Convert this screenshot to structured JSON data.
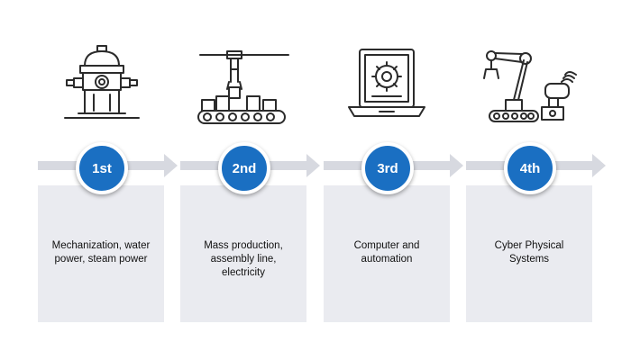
{
  "colors": {
    "accent": "#1a6fc2",
    "card_bg": "#eaebf0",
    "arrow": "#d7d9e0",
    "icon_stroke": "#2b2b2b"
  },
  "stages": [
    {
      "badge": "1st",
      "icon": "fire-hydrant-icon",
      "text": "Mechanization, water power, steam power"
    },
    {
      "badge": "2nd",
      "icon": "assembly-line-icon",
      "text": "Mass production, assembly line, electricity"
    },
    {
      "badge": "3rd",
      "icon": "computer-gear-icon",
      "text": "Computer and automation"
    },
    {
      "badge": "4th",
      "icon": "robot-arm-icon",
      "text": "Cyber Physical Systems"
    }
  ]
}
